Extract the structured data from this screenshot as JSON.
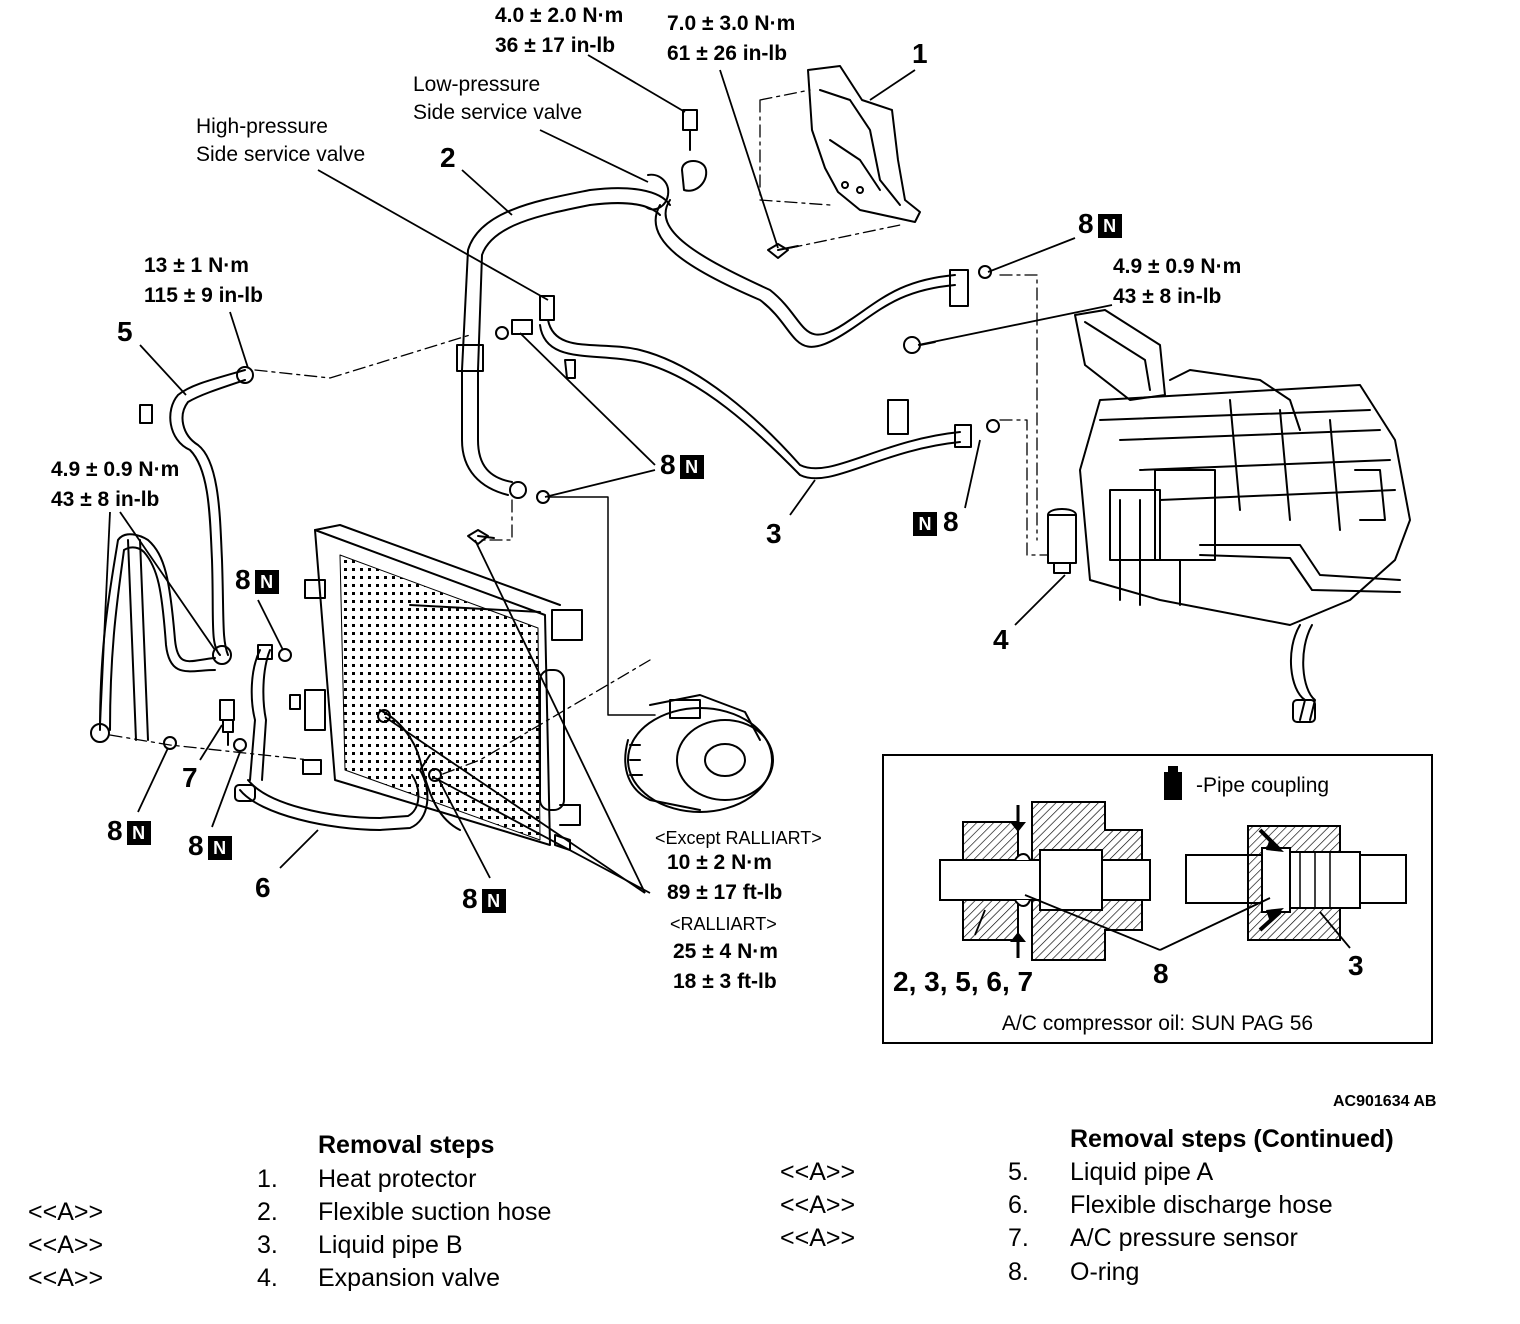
{
  "diagram": {
    "torque_high_bolt": [
      "4.0 ± 2.0 N·m",
      "36 ± 17 in-lb"
    ],
    "torque_heat_protector": [
      "7.0 ± 3.0 N·m",
      "61 ± 26 in-lb"
    ],
    "low_pressure_valve": [
      "Low-pressure",
      "Side service valve"
    ],
    "high_pressure_valve": [
      "High-pressure",
      "Side service valve"
    ],
    "torque_pipe_a": [
      "13 ± 1 N·m",
      "115 ± 9 in-lb"
    ],
    "torque_evap": [
      "4.9 ± 0.9 N·m",
      "43 ± 8 in-lb"
    ],
    "torque_left": [
      "4.9 ± 0.9 N·m",
      "43 ± 8 in-lb"
    ],
    "except_ralliart": "<Except RALLIART>",
    "torque_except": [
      "10 ± 2 N·m",
      "89 ± 17 ft-lb"
    ],
    "ralliart": "<RALLIART>",
    "torque_ralliart": [
      "25 ± 4 N·m",
      "18 ± 3 ft-lb"
    ],
    "n_mark": "N",
    "callouts": {
      "c1": "1",
      "c2": "2",
      "c3": "3",
      "c4": "4",
      "c5": "5",
      "c6": "6",
      "c7": "7",
      "c8": "8"
    },
    "inset": {
      "pipe_coupling": "-Pipe coupling",
      "parts_label": "2, 3, 5, 6, 7",
      "oring_label": "8",
      "pipe_b_label": "3",
      "oil_note": "A/C compressor oil: SUN PAG 56"
    },
    "figure_id": "AC901634 AB"
  },
  "removal_steps": {
    "header": "Removal steps",
    "header_cont": "Removal steps (Continued)",
    "left": [
      {
        "tag": "",
        "num": "1.",
        "text": "Heat protector"
      },
      {
        "tag": "<<A>>",
        "num": "2.",
        "text": "Flexible suction hose"
      },
      {
        "tag": "<<A>>",
        "num": "3.",
        "text": "Liquid pipe B"
      },
      {
        "tag": "<<A>>",
        "num": "4.",
        "text": "Expansion valve"
      }
    ],
    "right": [
      {
        "tag": "<<A>>",
        "num": "5.",
        "text": "Liquid pipe A"
      },
      {
        "tag": "<<A>>",
        "num": "6.",
        "text": "Flexible discharge hose"
      },
      {
        "tag": "<<A>>",
        "num": "7.",
        "text": "A/C pressure sensor"
      },
      {
        "tag": "",
        "num": "8.",
        "text": "O-ring"
      }
    ]
  }
}
